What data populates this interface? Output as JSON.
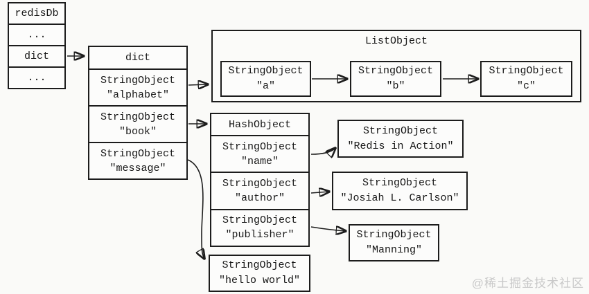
{
  "watermark": {
    "text": "@稀土掘金技术社区"
  },
  "redisdb_table": {
    "rows": [
      "redisDb",
      "...",
      "dict",
      "..."
    ]
  },
  "dict_table": {
    "header": "dict",
    "rows": [
      {
        "type": "StringObject",
        "value": "\"alphabet\""
      },
      {
        "type": "StringObject",
        "value": "\"book\""
      },
      {
        "type": "StringObject",
        "value": "\"message\""
      }
    ]
  },
  "list_object": {
    "title": "ListObject",
    "items": [
      {
        "type": "StringObject",
        "value": "\"a\""
      },
      {
        "type": "StringObject",
        "value": "\"b\""
      },
      {
        "type": "StringObject",
        "value": "\"c\""
      }
    ]
  },
  "hash_object": {
    "header": "HashObject",
    "rows": [
      {
        "type": "StringObject",
        "value": "\"name\""
      },
      {
        "type": "StringObject",
        "value": "\"author\""
      },
      {
        "type": "StringObject",
        "value": "\"publisher\""
      }
    ]
  },
  "value_boxes": {
    "name": {
      "type": "StringObject",
      "value": "\"Redis in Action\""
    },
    "author": {
      "type": "StringObject",
      "value": "\"Josiah L. Carlson\""
    },
    "publisher": {
      "type": "StringObject",
      "value": "\"Manning\""
    },
    "message": {
      "type": "StringObject",
      "value": "\"hello world\""
    }
  },
  "colors": {
    "line": "#1c1c1c",
    "text": "#161616",
    "background": "#fafaf8",
    "watermark": "#c9c9c9"
  }
}
